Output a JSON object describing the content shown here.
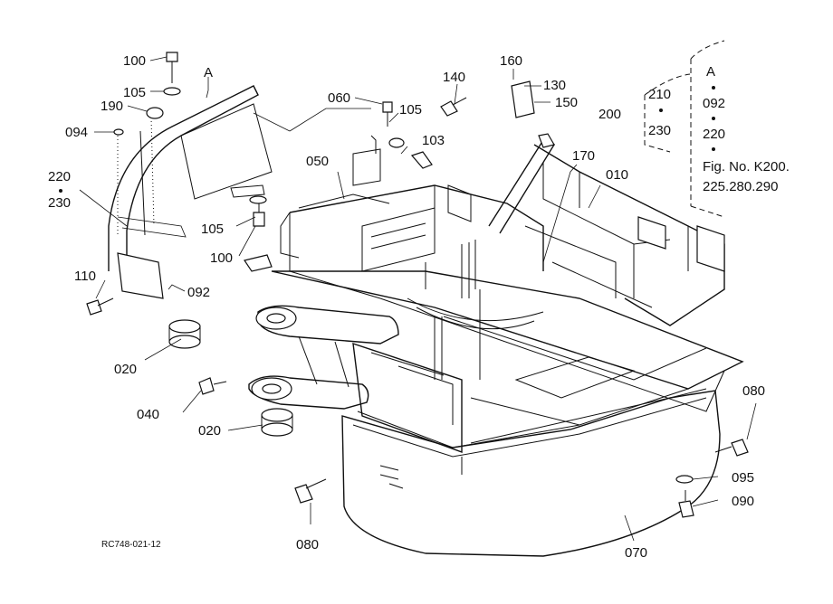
{
  "diagram": {
    "drawing_code": "RC748-021-12",
    "callouts": [
      "100",
      "105",
      "190",
      "094",
      "220",
      "230",
      "110",
      "092",
      "A",
      "105",
      "100",
      "060",
      "105",
      "103",
      "050",
      "140",
      "160",
      "130",
      "150",
      "170",
      "010",
      "020",
      "040",
      "020",
      "080",
      "080",
      "095",
      "090",
      "070"
    ],
    "group_a": {
      "items": [
        "210",
        "230"
      ]
    },
    "label_200": "200",
    "group_b": {
      "items": [
        "A",
        "092",
        "220"
      ],
      "fig_line1": "Fig. No. K200.",
      "fig_line2": "225.280.290"
    },
    "left_stack": {
      "top": "220",
      "bottom": "230"
    }
  }
}
